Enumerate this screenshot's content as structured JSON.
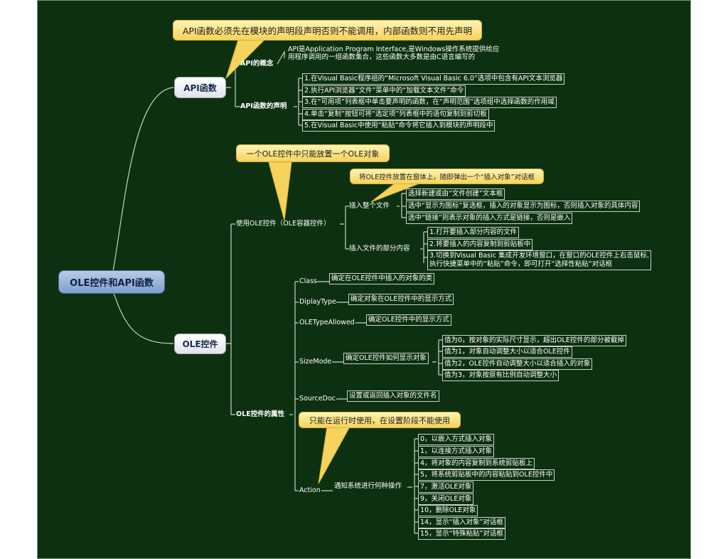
{
  "root": "OLE控件和API函数",
  "api": {
    "title": "API函数",
    "callout": "API函数必须先在模块的声明段声明否则不能调用，内部函数则不用先声明",
    "concept_label": "API的概念",
    "concept_text_1": "API是Application Program Interface,是Windows操作系统提供给应",
    "concept_text_2": "用程序调用的一组函数集合，这些函数大多数是由C语言编写的",
    "decl_label": "API函数的声明",
    "decl_items": [
      "1.在Visual Basic程序组的“Microsoft Visual Basic 6.0”选项中包含有API文本浏览器",
      "2.执行API浏览器“文件”菜单中的“加载文本文件”命令",
      "3.在“可用项”列表框中单击要声明的函数，在“声明范围”选项组中选择函数的作用域",
      "4.单击“复制”按钮可将“选定项”列表框中的语句复制到剪切板",
      "5.在Visual Basic中使用“粘贴”命令将它插入到模块的声明段中"
    ]
  },
  "ole": {
    "title": "OLE控件",
    "callout_one": "一个OLE控件中只能放置一个OLE对象",
    "use_label": "使用OLE控件（OLE容器控件）",
    "insert_callout": "将OLE控件放置在窗体上，随即弹出一个“插入对象”对话框",
    "insert_whole_label": "插入整个文件",
    "insert_whole_items": [
      "选择新建或由“文件创建”文本框",
      "选中“显示为图标”复选框，插入的对象显示为图标，否则插入对象的具体内容",
      "选中“链接”则表示对象的插入方式是链接，否则是嵌入"
    ],
    "insert_part_label": "插入文件的部分内容",
    "insert_part_items": [
      "1.打开要插入部分内容的文件",
      "2.将要插入的内容复制到剪贴板中",
      "3.切换到Visual Basic 集成开发环境窗口，在窗口的OLE控件上右击鼠标,",
      "执行快捷菜单中的“粘贴”命令，即可打开“选择性粘贴”对话框"
    ],
    "props_label": "OLE控件的属性",
    "class_label": "Class",
    "class_desc": "确定在OLE控件中插入的对象的类",
    "display_label": "DiplayType",
    "display_desc": "确定对象在OLE控件中的显示方式",
    "typeallowed_label": "OLETypeAllowed",
    "typeallowed_desc": "确定OLE控件中的显示方式",
    "sizemode_label": "SizeMode",
    "sizemode_desc": "确定OLE控件如何显示对象",
    "sizemode_items": [
      "值为0，按对象的实际尺寸显示，超出OLE控件的部分被截掉",
      "值为1，对象自动调整大小以适合OLE控件",
      "值为2，OLE控件自动调整大小以适合插入的对象",
      "值为3，对象按原有比例自动调整大小"
    ],
    "sourcedoc_label": "SourceDoc",
    "sourcedoc_desc": "设置或返回插入对象的文件名",
    "action_callout": "只能在运行时使用，在设置阶段不能使用",
    "action_label": "Action",
    "action_desc": "通知系统进行何种操作",
    "action_items": [
      "0，以嵌入方式插入对象",
      "1，以连接方式插入对象",
      "4，将对象的内容复制到系统剪贴板上",
      "5，将系统剪贴板中的内容粘贴到OLE控件中",
      "7，激活OLE对象",
      "9，关闭OLE对象",
      "10，删除OLE对象",
      "14，显示“插入对象”对话框",
      "15，显示“特殊粘贴”对话框"
    ]
  },
  "colors": {
    "background": "#0d3110",
    "line": "#c9d3c8",
    "callout": "#f6d35c",
    "root": "#7e9fcc"
  }
}
